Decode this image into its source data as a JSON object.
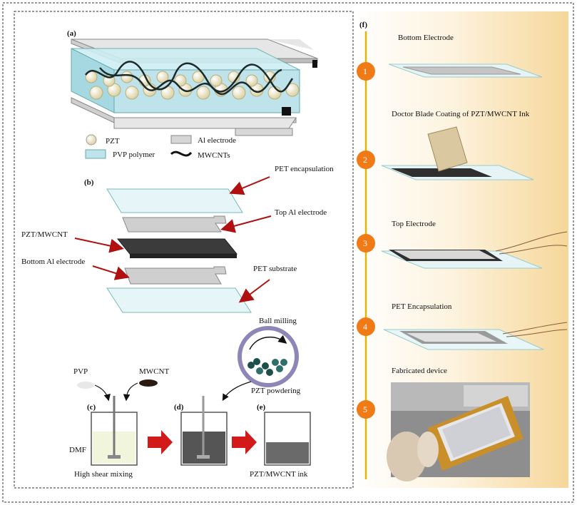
{
  "panels": {
    "a": {
      "label": "(a)",
      "legend": {
        "pzt": "PZT",
        "al": "Al electrode",
        "pvp": "PVP polymer",
        "mwcnt": "MWCNTs"
      }
    },
    "b": {
      "label": "(b)",
      "layers": {
        "pet_encap": "PET encapsulation",
        "top_al": "Top Al electrode",
        "pzt_mwcnt": "PZT/MWCNT",
        "bottom_al": "Bottom Al electrode",
        "pet_sub": "PET substrate"
      }
    },
    "c": {
      "label": "(c)",
      "pvp": "PVP",
      "mwcnt": "MWCNT",
      "dmf": "DMF",
      "caption": "High shear mixing"
    },
    "d": {
      "label": "(d)",
      "ball_milling": "Ball milling",
      "pzt_powdering": "PZT powdering"
    },
    "e": {
      "label": "(e)",
      "caption": "PZT/MWCNT ink"
    },
    "f": {
      "label": "(f)",
      "steps": [
        {
          "num": "1",
          "title": "Bottom Electrode"
        },
        {
          "num": "2",
          "title": "Doctor Blade Coating of PZT/MWCNT Ink"
        },
        {
          "num": "3",
          "title": "Top Electrode"
        },
        {
          "num": "4",
          "title": "PET Encapsulation"
        },
        {
          "num": "5",
          "title": "Fabricated device"
        }
      ]
    }
  },
  "colors": {
    "step_circle": "#f07a16",
    "timeline": "#e3b400",
    "arrow_red": "#b01010",
    "pvp_fill": "#bfe3ea",
    "electrode": "#c9c9c9",
    "pzt_layer": "#3b3b3b"
  }
}
